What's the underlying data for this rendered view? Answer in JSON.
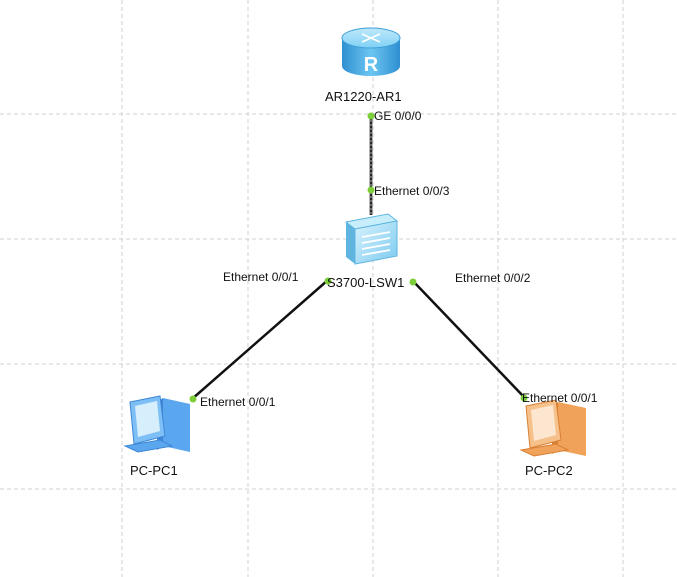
{
  "topology": {
    "router": {
      "name": "AR1220-AR1",
      "icon": "router-icon",
      "glyph": "R"
    },
    "switch": {
      "name": "S3700-LSW1",
      "icon": "switch-icon"
    },
    "pc1": {
      "name": "PC-PC1",
      "icon": "pc-icon",
      "color": "#5aa7f0"
    },
    "pc2": {
      "name": "PC-PC2",
      "icon": "pc-icon",
      "color": "#f0a25a"
    },
    "links": [
      {
        "from": "router",
        "to": "switch",
        "from_port": "GE 0/0/0",
        "to_port": "Ethernet 0/0/3",
        "style": "dashed"
      },
      {
        "from": "switch",
        "to": "pc1",
        "from_port": "Ethernet 0/0/1",
        "to_port": "Ethernet 0/0/1",
        "style": "solid"
      },
      {
        "from": "switch",
        "to": "pc2",
        "from_port": "Ethernet 0/0/2",
        "to_port": "Ethernet 0/0/1",
        "style": "solid"
      }
    ]
  },
  "colors": {
    "grid": "#d0d0d0",
    "link": "#111111",
    "port_dot": "#7ccf3a",
    "router_body": "#4fb3e8",
    "switch_body": "#8fd3f4"
  }
}
